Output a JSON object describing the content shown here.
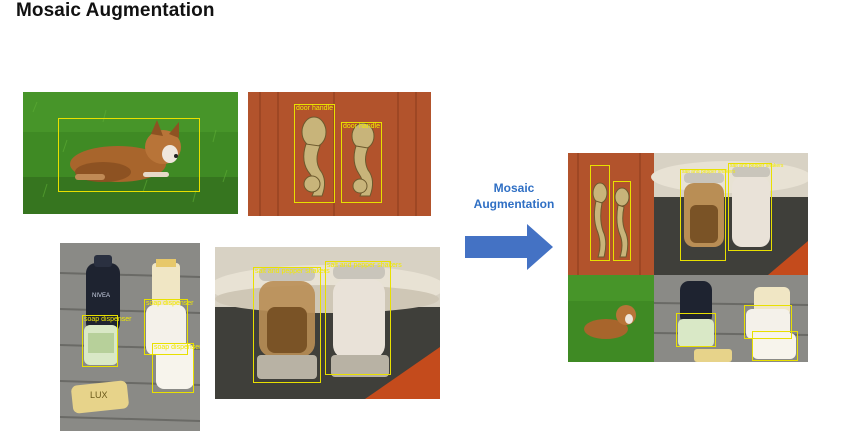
{
  "title": "Mosaic Augmentation",
  "arrow": {
    "line1": "Mosaic",
    "line2": "Augmentation",
    "color": "#4472c4"
  },
  "labels": {
    "door_handle": "door handle",
    "salt_pepper": "salt and pepper shakers",
    "soap_dispenser": "soap dispenser",
    "brand_nivea": "NIVEA",
    "brand_lux": "LUX"
  },
  "colors": {
    "bbox": "#e8e000",
    "grass": "#3f8a24",
    "door": "#b2532c",
    "deck": "#8a8a86",
    "table": "#3f3f3a"
  }
}
